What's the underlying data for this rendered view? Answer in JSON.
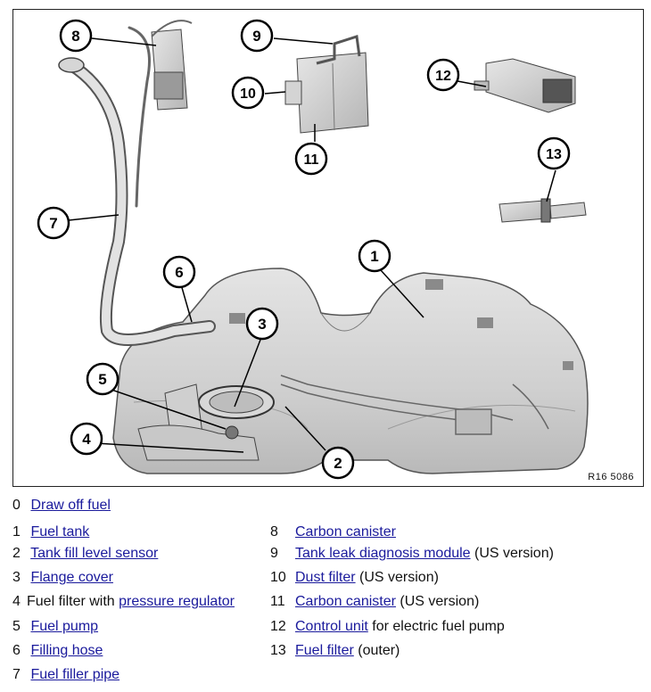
{
  "figure": {
    "reference_code": "R16 5086",
    "callouts": [
      "1",
      "2",
      "3",
      "4",
      "5",
      "6",
      "7",
      "8",
      "9",
      "10",
      "11",
      "12",
      "13"
    ]
  },
  "legend": {
    "item0": {
      "num": "0",
      "link": "Draw off fuel",
      "suffix": ""
    },
    "left": [
      {
        "num": "1",
        "prefix": "",
        "link": "Fuel tank",
        "suffix": ""
      },
      {
        "num": "2",
        "prefix": "",
        "link": "Tank fill level sensor",
        "suffix": ""
      },
      {
        "num": "3",
        "prefix": "",
        "link": "Flange cover",
        "suffix": ""
      },
      {
        "num": "4",
        "prefix": "Fuel filter with ",
        "link": "pressure regulator",
        "suffix": ""
      },
      {
        "num": "5",
        "prefix": "",
        "link": "Fuel pump",
        "suffix": ""
      },
      {
        "num": "6",
        "prefix": "",
        "link": "Filling hose",
        "suffix": ""
      },
      {
        "num": "7",
        "prefix": "",
        "link": "Fuel filler pipe",
        "suffix": ""
      }
    ],
    "right": [
      {
        "num": "8",
        "prefix": "",
        "link": "Carbon canister",
        "suffix": ""
      },
      {
        "num": "9",
        "prefix": "",
        "link": "Tank leak diagnosis module",
        "suffix": " (US version)"
      },
      {
        "num": "10",
        "prefix": "",
        "link": "Dust filter",
        "suffix": " (US version)"
      },
      {
        "num": "11",
        "prefix": "",
        "link": "Carbon canister",
        "suffix": " (US version)"
      },
      {
        "num": "12",
        "prefix": "",
        "link": "Control unit",
        "suffix": " for electric fuel pump"
      },
      {
        "num": "13",
        "prefix": "",
        "link": "Fuel filter",
        "suffix": " (outer)"
      }
    ]
  }
}
